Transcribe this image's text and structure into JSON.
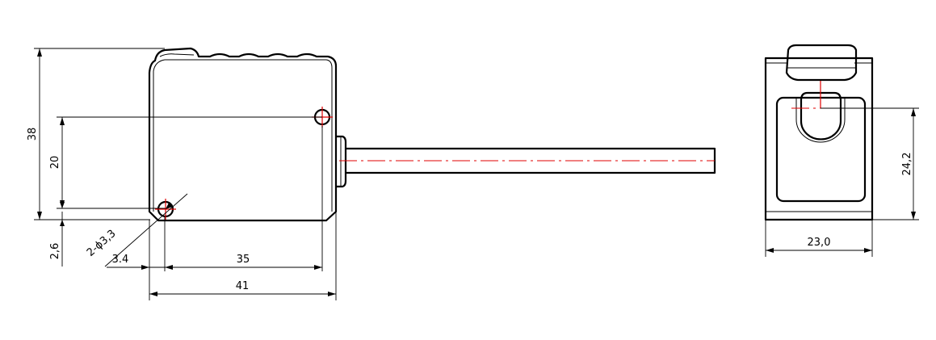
{
  "dimensions": {
    "overall_height": "38",
    "hole_spacing_vertical": "20",
    "hole_offset_bottom": "2,6",
    "hole_callout": "2-ϕ3,3",
    "hole_offset_left": "3.4",
    "hole_spacing_horizontal": "35",
    "overall_length": "41",
    "side_height": "24,2",
    "side_width": "23,0"
  },
  "colors": {
    "outline": "#000000",
    "centerline": "#e00000",
    "background": "#ffffff"
  }
}
